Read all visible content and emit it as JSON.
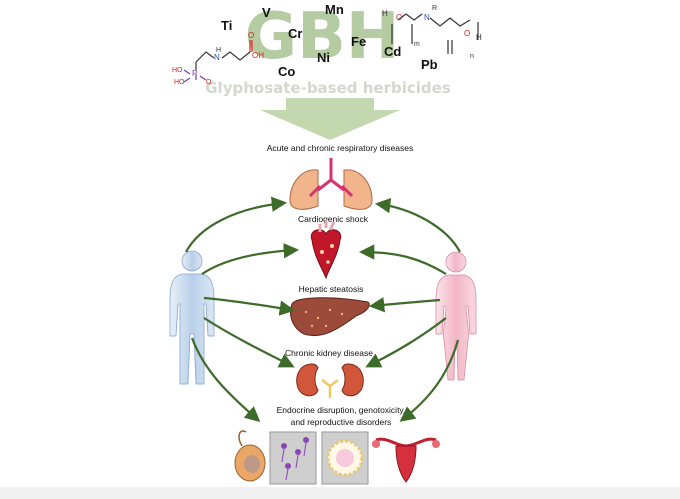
{
  "header": {
    "acronym": "GBH",
    "subtitle": "Glyphosate-based herbicides",
    "metals": [
      "Ti",
      "V",
      "Mn",
      "Cr",
      "Fe",
      "Ni",
      "Cd",
      "Co",
      "Pb"
    ],
    "colors": {
      "watermark": "#b5cca2",
      "arrow_big": "#c4d8b0",
      "arrow_green": "#3d6b2a"
    }
  },
  "molecule_left": {
    "labels": [
      "N",
      "H",
      "O",
      "OH",
      "P",
      "HO",
      "HO",
      "O"
    ]
  },
  "molecule_right": {
    "labels": [
      "H",
      "O",
      "N",
      "R",
      "m",
      "O",
      "H",
      "n"
    ]
  },
  "diseases": [
    {
      "label": "Acute and chronic respiratory diseases",
      "icon": "lungs-icon"
    },
    {
      "label": "Cardiogenic shock",
      "icon": "heart-icon"
    },
    {
      "label": "Hepatic steatosis",
      "icon": "liver-icon"
    },
    {
      "label": "Chronic kidney disease",
      "icon": "kidneys-icon"
    },
    {
      "label_lines": [
        "Endocrine disruption, genotoxicity,",
        "and reproductive disorders"
      ],
      "icons": [
        "testis-icon",
        "sperm-icon",
        "oocyte-icon",
        "uterus-icon"
      ]
    }
  ],
  "figures": {
    "male": "male-body-icon",
    "female": "female-body-icon"
  }
}
